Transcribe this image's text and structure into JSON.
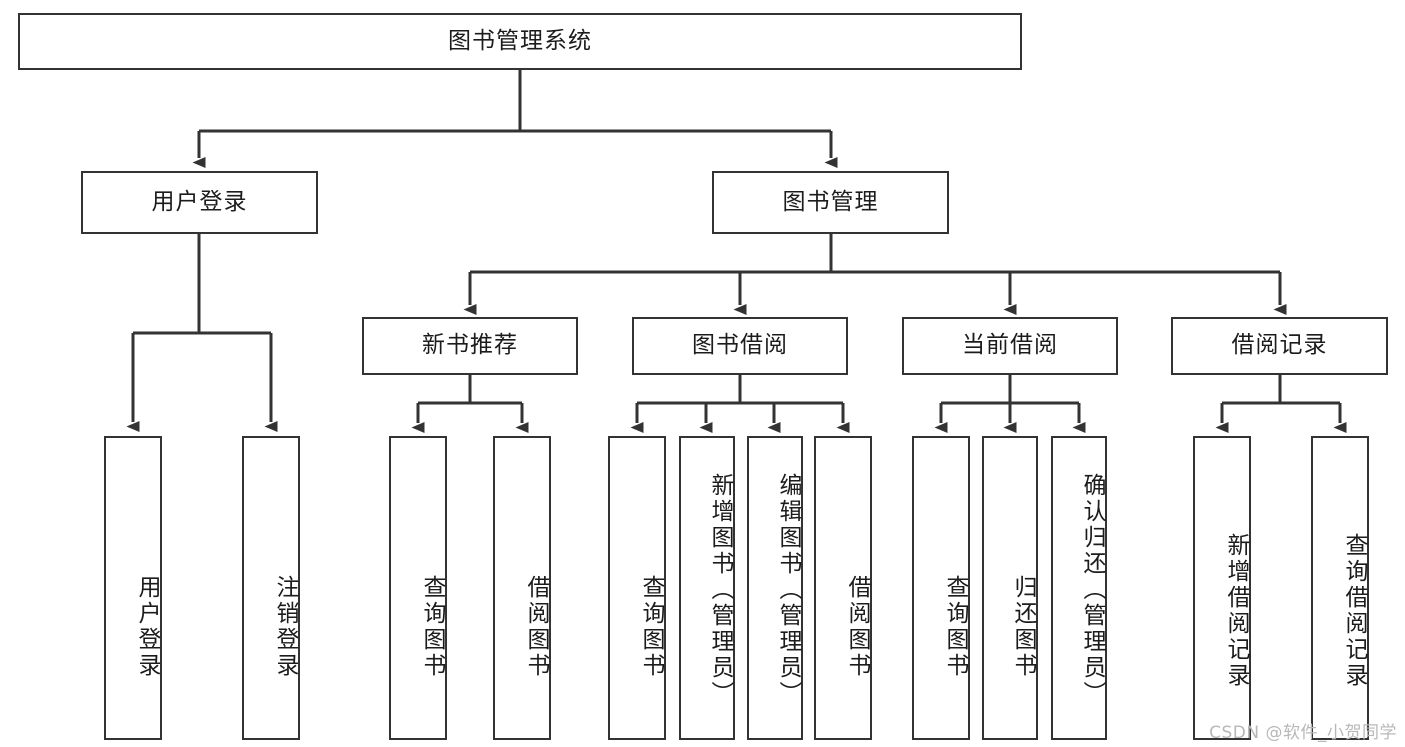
{
  "diagram": {
    "title": "图书管理系统",
    "type": "hierarchy-tree",
    "stroke_color": "#333333",
    "fill_color": "#ffffff",
    "background_color": "#ffffff",
    "text_color": "#1c1c1c"
  },
  "nodes": {
    "root": {
      "label": "图书管理系统",
      "orientation": "horizontal"
    },
    "level2": [
      {
        "label": "用户登录",
        "orientation": "horizontal"
      },
      {
        "label": "图书管理",
        "orientation": "horizontal"
      }
    ],
    "level3": [
      {
        "label": "新书推荐",
        "orientation": "horizontal"
      },
      {
        "label": "图书借阅",
        "orientation": "horizontal"
      },
      {
        "label": "当前借阅",
        "orientation": "horizontal"
      },
      {
        "label": "借阅记录",
        "orientation": "horizontal"
      }
    ],
    "leaves": {
      "user_login": [
        {
          "label": "用户登录",
          "orientation": "vertical"
        },
        {
          "label": "注销登录",
          "orientation": "vertical"
        }
      ],
      "new_book": [
        {
          "label": "查询图书",
          "orientation": "vertical"
        },
        {
          "label": "借阅图书",
          "orientation": "vertical"
        }
      ],
      "book_borrow": [
        {
          "label": "查询图书",
          "orientation": "vertical"
        },
        {
          "label": "新增图书（管理员）",
          "orientation": "vertical"
        },
        {
          "label": "编辑图书（管理员）",
          "orientation": "vertical"
        },
        {
          "label": "借阅图书",
          "orientation": "vertical"
        }
      ],
      "current_borrow": [
        {
          "label": "查询图书",
          "orientation": "vertical"
        },
        {
          "label": "归还图书",
          "orientation": "vertical"
        },
        {
          "label": "确认归还（管理员）",
          "orientation": "vertical"
        }
      ],
      "borrow_record": [
        {
          "label": "新增借阅记录",
          "orientation": "vertical"
        },
        {
          "label": "查询借阅记录",
          "orientation": "vertical"
        }
      ]
    }
  },
  "watermark": {
    "text": "CSDN @软件_小贺同学"
  }
}
